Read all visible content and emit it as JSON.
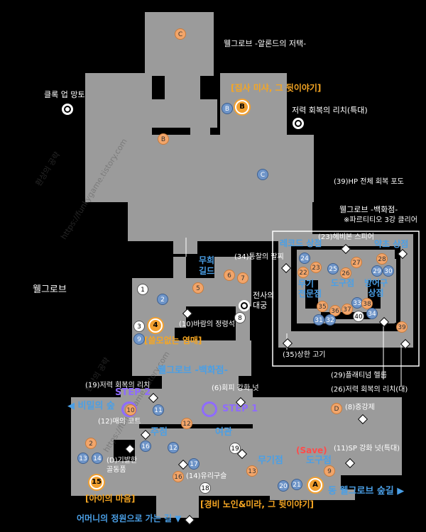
{
  "labels": {
    "aldred": "웰그로브 -알론드의 저택-",
    "misha_story": "[집사 미샤, 그 뒷이야기]",
    "cloak": "클록 업 망토",
    "mp_large": "저력 회복의 리치(특대)",
    "hp_grape": "(39)HP 전체 회복 포도",
    "dept_title": "웰그로브 -백화점-",
    "dept_note": "※파르티티오 3강 클리어",
    "record_shop": "레코드 상점",
    "heavy_spear": "(23)헤비본 스피어",
    "herb_shop": "약초 상점",
    "wall_bread": "(34)통찰의 팔찌",
    "weapon_shop_dept": "무기\n전문점",
    "tool_shop": "도구점",
    "armor_shop": "방어구\n상점",
    "pile_guild": "무희\n길드",
    "wellgrove": "웰그로브",
    "warrior": "전사의\n대궁",
    "wind": "(10)바람의 정령석",
    "yeommae": "[쓸모없는 염매]",
    "meat": "(35)상한 고기",
    "platinum": "(29)플래티넘 헬름",
    "mp_big": "(26)저력 회복의 리치(대)",
    "dept_center": "웰그로브 -백화점-",
    "mp_center": "(19)저력 회복의 리치",
    "step2": "STEP 2",
    "regen_nut": "(6)회피 강화 넛",
    "secret_forest": "◀ 비밀의 숲",
    "step1": "STEP 1",
    "increase": "(8)증강제",
    "maeui_coat": "(12)매의 코트",
    "bar": "주점",
    "inn": "여관",
    "sp_nut": "(11)SP 강화 넛(특대)",
    "save": "(Save)",
    "antique": "(D)기발한\n골동품",
    "glass": "(14)유리구슬",
    "weapon_shop": "무기점",
    "tool_shop2": "도구점",
    "child_heart": "[아이의 마음]",
    "east_forest": "동 웰그로브 숲길 ▶",
    "mother_garden": "어머니의 정원으로 가는 길 ▼",
    "guard_story": "[경비 노인&미라, 그 뒷이야기]"
  },
  "markers": {
    "npc_B": "B",
    "npc_4": "4",
    "npc_15": "15",
    "npc_A": "A",
    "step_label_D": "D"
  },
  "watermarks": [
    "환상의 공략",
    "https://funkygame.tistory.com",
    "환상의 공략",
    "https://funkygame.tistory.com"
  ],
  "colors": {
    "floor": "#999999",
    "blue": "#4a9fe6",
    "orange": "#f5a623",
    "purple": "#8f6bff"
  }
}
